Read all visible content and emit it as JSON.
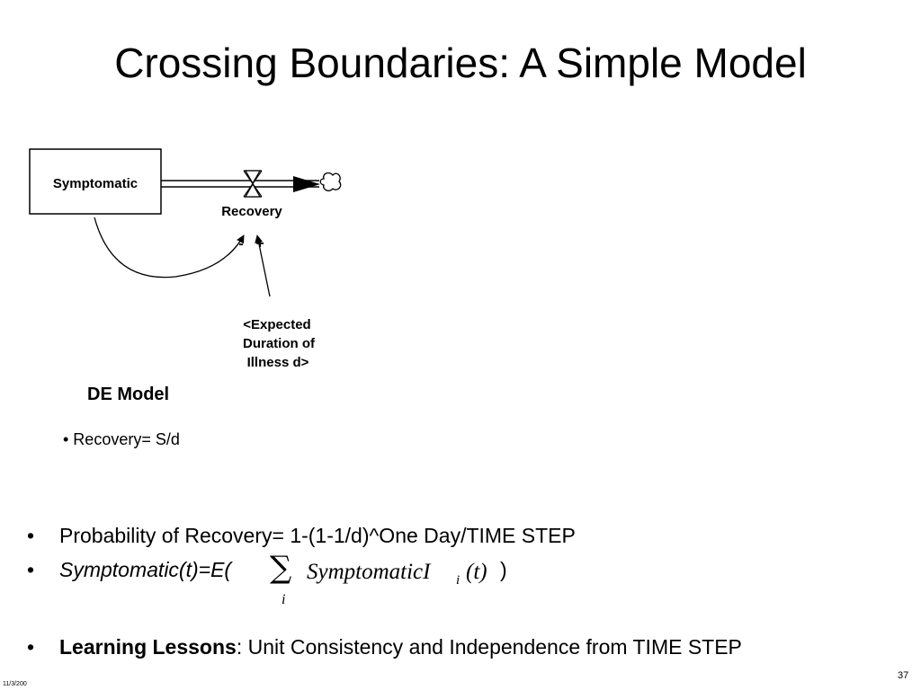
{
  "slide": {
    "title": "Crossing Boundaries: A Simple Model",
    "page_number": "37",
    "date": "11/3/200"
  },
  "diagram": {
    "stock_label": "Symptomatic",
    "flow_label": "Recovery",
    "shadow_lines": [
      "<Expected",
      "Duration of",
      "Illness d>"
    ],
    "polarity_left": "-",
    "polarity_right": "+"
  },
  "de_model": {
    "heading": "DE Model",
    "bullet": "• Recovery= S/d"
  },
  "bullets": {
    "dot": "•",
    "probability": "Probability of Recovery= 1-(1-1/d)^One Day/TIME STEP",
    "formula_prefix": "Symptomatic(t)=E(",
    "formula_sum": "∑",
    "formula_index": "i",
    "formula_term": "SymptomaticI",
    "formula_subscript": "i",
    "formula_arg": "(t)",
    "formula_close": ")",
    "lessons_bold": "Learning Lessons",
    "lessons_rest": ": Unit Consistency and Independence from TIME STEP"
  }
}
